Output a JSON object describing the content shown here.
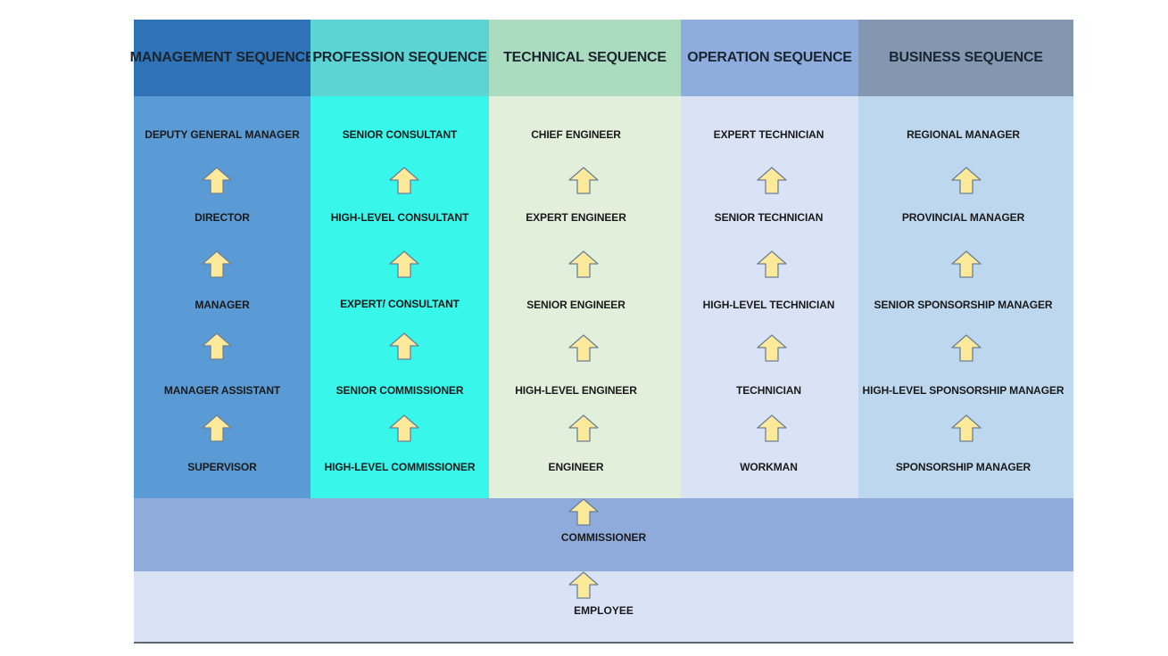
{
  "colors": {
    "arrow_fill": "#fde99a",
    "arrow_stroke": "#6b7f96",
    "commissioner_band": "#8eabdc",
    "employee_band": "#dae3f5"
  },
  "columns": [
    {
      "title": "MANAGEMENT SEQUENCE",
      "head_color": "#2f73b6",
      "body_color": "#5b9bd5",
      "levels": [
        "DEPUTY GENERAL MANAGER",
        "DIRECTOR",
        "MANAGER",
        "MANAGER ASSISTANT",
        "SUPERVISOR"
      ]
    },
    {
      "title": "PROFESSION SEQUENCE",
      "head_color": "#5cd4d4",
      "body_color": "#38f6ea",
      "levels": [
        "SENIOR CONSULTANT",
        "HIGH-LEVEL CONSULTANT",
        "EXPERT/ CONSULTANT",
        "SENIOR COMMISSIONER",
        "HIGH-LEVEL COMMISSIONER"
      ]
    },
    {
      "title": "TECHNICAL SEQUENCE",
      "head_color": "#acdcc0",
      "body_color": "#e2efdb",
      "levels": [
        "CHIEF ENGINEER",
        "EXPERT ENGINEER",
        "SENIOR ENGINEER",
        "HIGH-LEVEL ENGINEER",
        "ENGINEER"
      ]
    },
    {
      "title": "OPERATION SEQUENCE",
      "head_color": "#8eacde",
      "body_color": "#dae3f5",
      "levels": [
        "EXPERT TECHNICIAN",
        "SENIOR TECHNICIAN",
        "HIGH-LEVEL TECHNICIAN",
        "TECHNICIAN",
        "WORKMAN"
      ]
    },
    {
      "title": "BUSINESS SEQUENCE",
      "head_color": "#8497b1",
      "body_color": "#bdd7ee",
      "levels": [
        "REGIONAL MANAGER",
        "PROVINCIAL MANAGER",
        "SENIOR SPONSORSHIP MANAGER",
        "HIGH-LEVEL SPONSORSHIP MANAGER",
        "SPONSORSHIP MANAGER"
      ]
    }
  ],
  "bands": {
    "commissioner": "COMMISSIONER",
    "employee": "EMPLOYEE"
  }
}
